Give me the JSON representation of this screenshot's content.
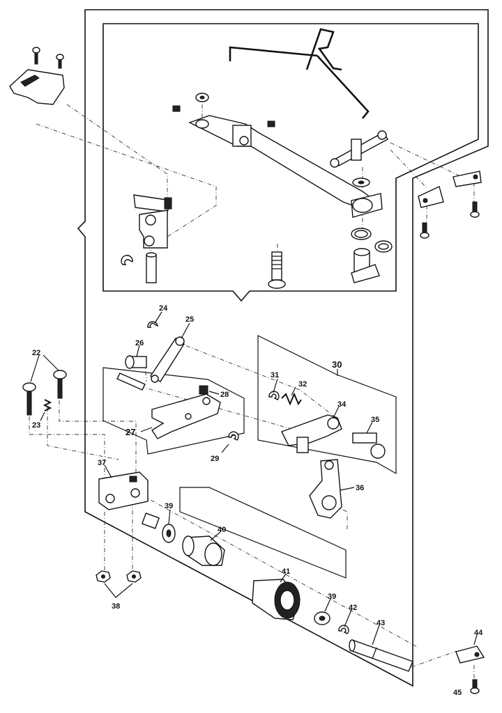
{
  "labels": {
    "p22": "22",
    "p23": "23",
    "p24": "24",
    "p25": "25",
    "p26": "26",
    "p27": "27",
    "p28": "28",
    "p29": "29",
    "p30": "30",
    "p31": "31",
    "p32": "32",
    "p34": "34",
    "p35": "35",
    "p36": "36",
    "p37": "37",
    "p38": "38",
    "p39a": "39",
    "p39b": "39",
    "p40": "40",
    "p41": "41",
    "p42": "42",
    "p43": "43",
    "p44": "44",
    "p45": "45"
  },
  "colors": {
    "ink": "#111111",
    "paper": "#ffffff"
  }
}
